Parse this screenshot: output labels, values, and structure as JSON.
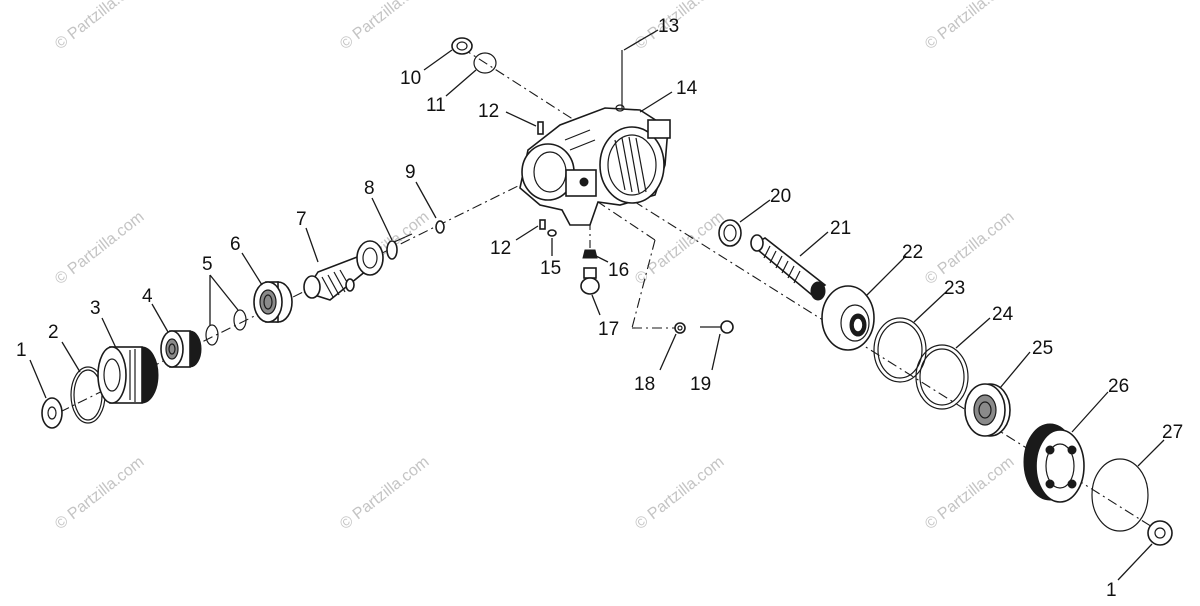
{
  "diagram": {
    "callouts": [
      "1",
      "2",
      "3",
      "4",
      "5",
      "6",
      "7",
      "8",
      "9",
      "10",
      "11",
      "12",
      "13",
      "14",
      "15",
      "16",
      "17",
      "18",
      "19",
      "20",
      "21",
      "22",
      "23",
      "24",
      "25",
      "26",
      "27"
    ],
    "watermark": "© Partzilla.com"
  }
}
